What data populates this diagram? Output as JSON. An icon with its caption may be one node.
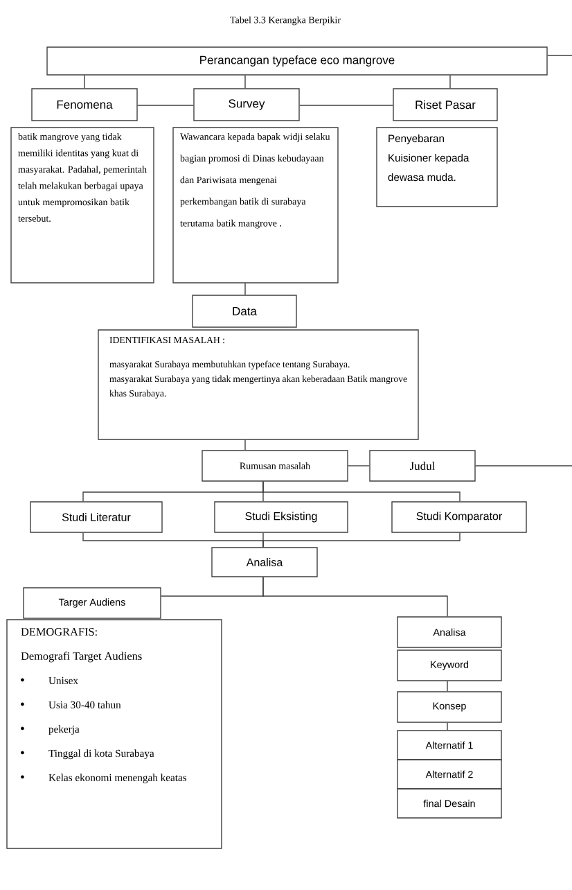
{
  "diagram": {
    "title": "Tabel 3.3  Kerangka Berpikir",
    "nodes": [
      {
        "text": [
          "Perancangan typeface eco mangrove"
        ]
      },
      {
        "text": [
          "Fenomena"
        ]
      },
      {
        "text": [
          "Survey"
        ]
      },
      {
        "text": [
          "Riset Pasar"
        ]
      },
      {
        "text": [
          "batik mangrove yang tidak memiliki identitas yang kuat di masyarakat. Padahal, pemerintah telah melakukan berbagai upaya untuk mempromosikan batik tersebut."
        ]
      },
      {
        "text": [
          "Wawancara kepada bapak widji selaku bagian promosi di Dinas kebudayaan dan Pariwisata mengenai perkembangan batik di surabaya terutama batik mangrove ."
        ]
      },
      {
        "text": [
          "Penyebaran Kuisioner kepada dewasa muda."
        ]
      },
      {
        "text": [
          "Data"
        ]
      },
      {
        "text": [
          "IDENTIFIKASI MASALAH :",
          "masyarakat Surabaya membutuhkan typeface tentang Surabaya.",
          "masyarakat Surabaya yang tidak mengertinya akan keberadaan Batik mangrove khas Surabaya."
        ]
      },
      {
        "text": [
          "Rumusan masalah"
        ]
      },
      {
        "text": [
          "Judul"
        ]
      },
      {
        "text": [
          "Studi Literatur"
        ]
      },
      {
        "text": [
          "Studi Eksisting"
        ]
      },
      {
        "text": [
          "Studi Komparator"
        ]
      },
      {
        "text": [
          "Analisa"
        ]
      },
      {
        "text": [
          "Targer Audiens"
        ]
      },
      {
        "text": [
          "DEMOGRAFIS:",
          "Demografi Target Audiens",
          "Unisex",
          "Usia 30-40 tahun",
          "pekerja",
          "Tinggal di kota Surabaya",
          "Kelas ekonomi menengah keatas"
        ]
      },
      {
        "text": [
          "Analisa"
        ]
      },
      {
        "text": [
          "Keyword"
        ]
      },
      {
        "text": [
          "Konsep"
        ]
      },
      {
        "text": [
          "Alternatif 1"
        ]
      },
      {
        "text": [
          "Alternatif 2"
        ]
      },
      {
        "text": [
          "final Desain"
        ]
      }
    ],
    "edges": [
      {
        "from": 0,
        "to": 1,
        "arrow": "none"
      },
      {
        "from": 0,
        "to": 2,
        "arrow": "none"
      },
      {
        "from": 0,
        "to": 3,
        "arrow": "none"
      },
      {
        "from": 1,
        "to": 2,
        "arrow": "none"
      },
      {
        "from": 2,
        "to": 3,
        "arrow": "none"
      },
      {
        "from": 0,
        "to": null,
        "arrow": "none"
      },
      {
        "from": 5,
        "to": 7,
        "arrow": "none"
      },
      {
        "from": 8,
        "to": 9,
        "arrow": "none"
      },
      {
        "from": 9,
        "to": 10,
        "arrow": "none"
      },
      {
        "from": 10,
        "to": null,
        "arrow": "none"
      },
      {
        "from": 9,
        "to": 11,
        "arrow": "none"
      },
      {
        "from": 9,
        "to": 12,
        "arrow": "none"
      },
      {
        "from": 9,
        "to": 13,
        "arrow": "none"
      },
      {
        "from": 11,
        "to": 14,
        "arrow": "none"
      },
      {
        "from": 12,
        "to": 14,
        "arrow": "none"
      },
      {
        "from": 13,
        "to": 14,
        "arrow": "none"
      },
      {
        "from": 14,
        "to": 15,
        "arrow": "none"
      },
      {
        "from": 14,
        "to": 17,
        "arrow": "none"
      },
      {
        "from": 18,
        "to": 19,
        "arrow": "none"
      },
      {
        "from": 19,
        "to": 20,
        "arrow": "none"
      }
    ]
  }
}
